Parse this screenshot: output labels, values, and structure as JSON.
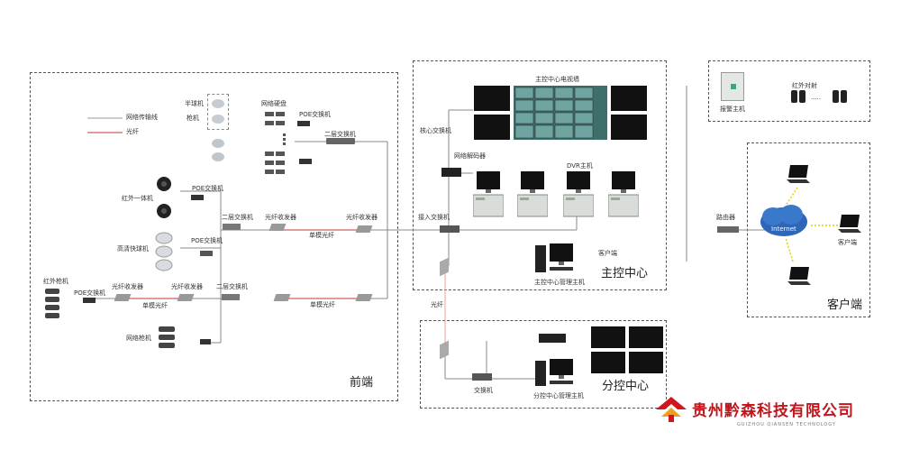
{
  "regions": {
    "front_end": "前端",
    "main_control": "主控中心",
    "sub_control": "分控中心",
    "client": "客户端"
  },
  "legend": {
    "network_line": "网络传输线",
    "fiber_line": "光纤"
  },
  "front_end": {
    "halfdome": "半球机",
    "gun": "枪机",
    "nvr": "网络硬盘",
    "poe_switch_1": "POE交换机",
    "layer2_switch_1": "二层交换机",
    "infrared_dome": "红外一体机",
    "poe_switch_2": "POE交换机",
    "high_speed_dome": "高清快球机",
    "poe_switch_3": "POE交换机",
    "layer2_switch_2": "二层交换机",
    "fiber_tx_1": "光纤收发器",
    "fiber_rx_1": "光纤收发器",
    "single_fiber_1": "单模光纤",
    "infrared_gun": "红外枪机",
    "poe_switch_4": "POE交换机",
    "fiber_tx_2": "光纤收发器",
    "fiber_rx_2": "光纤收发器",
    "layer2_switch_3": "二层交换机",
    "single_fiber_2": "单模光纤",
    "single_fiber_3": "单模光纤",
    "network_cam": "网络枪机"
  },
  "main_control": {
    "video_wall": "主控中心电视墙",
    "core_switch_label": "核心交换机",
    "decoder": "网络解码器",
    "dvr_host": "DVR主机",
    "access_switch": "接入交换机",
    "workstation": "主控中心管理主机",
    "client_pc": "客户端"
  },
  "sub_control": {
    "fiber": "光纤",
    "switch": "交换机",
    "workstation": "分控中心管理主机"
  },
  "alarm": {
    "host": "报警主机",
    "detector": "红外对射"
  },
  "client": {
    "router": "路由器",
    "internet": "Internet",
    "client": "客户端"
  },
  "brand": {
    "name": "贵州黔森科技有限公司",
    "sub": "GUIZHOU QIANSEN TECHNOLOGY"
  }
}
